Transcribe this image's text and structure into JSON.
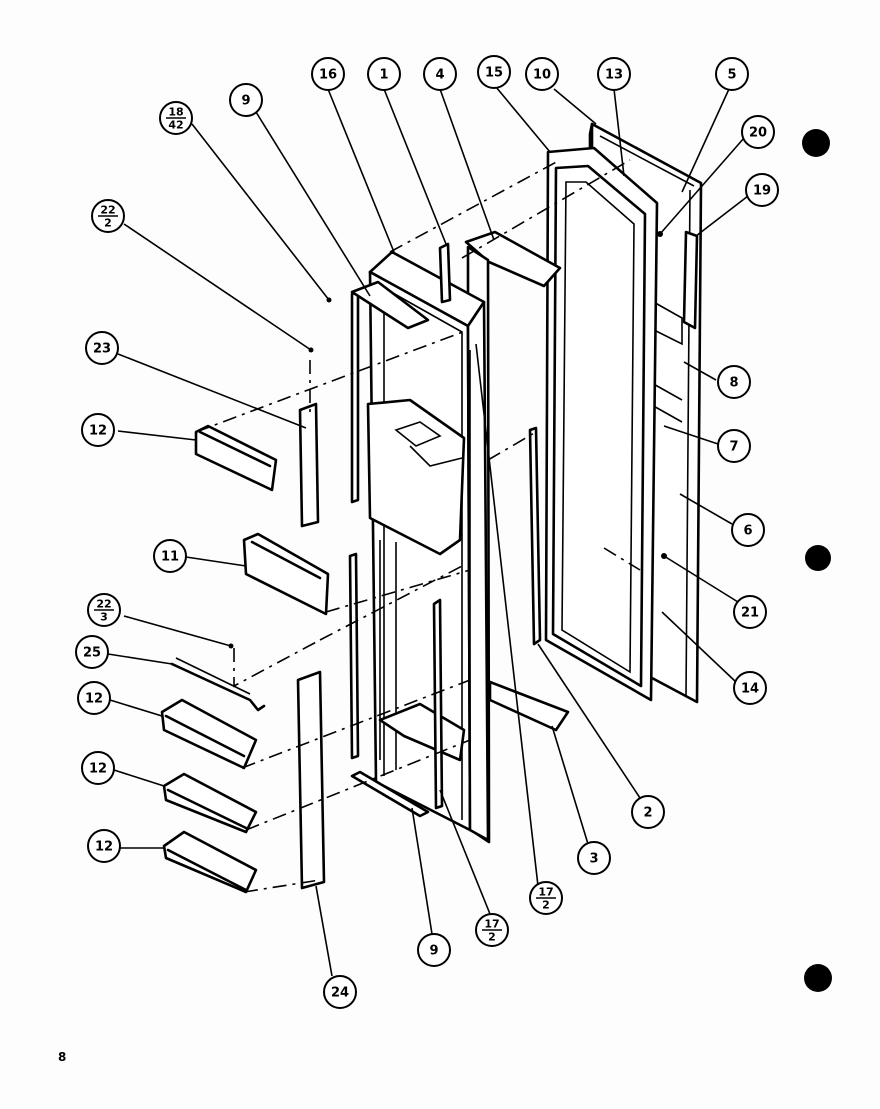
{
  "page_number": "8",
  "callouts": [
    {
      "id": "c16a",
      "label": "16"
    },
    {
      "id": "c1",
      "label": "1"
    },
    {
      "id": "c4",
      "label": "4"
    },
    {
      "id": "c15",
      "label": "15"
    },
    {
      "id": "c10",
      "label": "10"
    },
    {
      "id": "c13",
      "label": "13"
    },
    {
      "id": "c5",
      "label": "5"
    },
    {
      "id": "c20",
      "label": "20"
    },
    {
      "id": "c19",
      "label": "19"
    },
    {
      "id": "c9a",
      "label": "9"
    },
    {
      "id": "c18",
      "label": "18",
      "sub": "42"
    },
    {
      "id": "c22a",
      "label": "22",
      "sub": "2"
    },
    {
      "id": "c23",
      "label": "23"
    },
    {
      "id": "c12a",
      "label": "12"
    },
    {
      "id": "c11",
      "label": "11"
    },
    {
      "id": "c22b",
      "label": "22",
      "sub": "3"
    },
    {
      "id": "c25",
      "label": "25"
    },
    {
      "id": "c12b",
      "label": "12"
    },
    {
      "id": "c12c",
      "label": "12"
    },
    {
      "id": "c12d",
      "label": "12"
    },
    {
      "id": "c24",
      "label": "24"
    },
    {
      "id": "c9b",
      "label": "9"
    },
    {
      "id": "c17a",
      "label": "17",
      "sub": "2"
    },
    {
      "id": "c17b",
      "label": "17",
      "sub": "2"
    },
    {
      "id": "c3",
      "label": "3"
    },
    {
      "id": "c2",
      "label": "2"
    },
    {
      "id": "c14",
      "label": "14"
    },
    {
      "id": "c21",
      "label": "21"
    },
    {
      "id": "c6",
      "label": "6"
    },
    {
      "id": "c7",
      "label": "7"
    },
    {
      "id": "c8",
      "label": "8"
    }
  ]
}
